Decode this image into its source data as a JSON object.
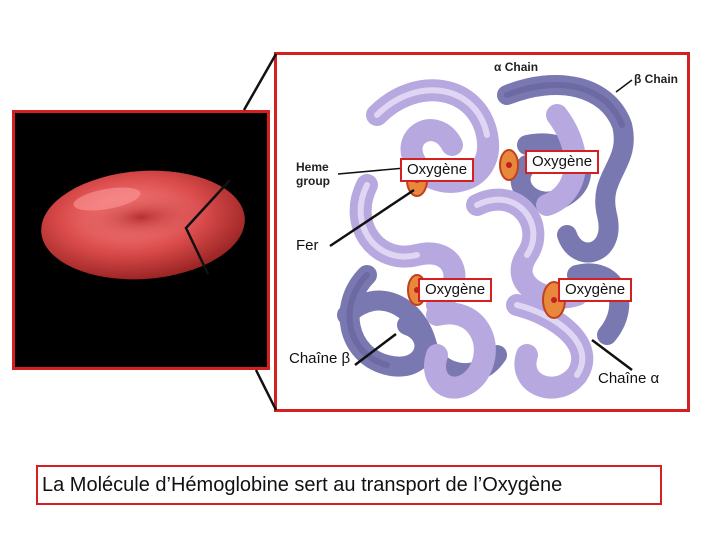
{
  "labels": {
    "oxygen_top_left": "Oxygène",
    "oxygen_top_right": "Oxygène",
    "oxygen_bottom_left": "Oxygène",
    "oxygen_bottom_right": "Oxygène",
    "iron": "Fer",
    "beta_chain_fr": "Chaîne β",
    "alpha_chain_fr": "Chaîne α",
    "heme_group_line1": "Heme",
    "heme_group_line2": "group",
    "alpha_chain_en": "α Chain",
    "beta_chain_en": "β Chain"
  },
  "caption": "La Molécule d’Hémoglobine sert au transport de l’Oxygène",
  "colors": {
    "frame_red": "#d42020",
    "cell_red": "#d94a4a",
    "alpha_violet": "#b8a8e0",
    "beta_blue": "#7a78b0",
    "heme_orange": "#e8883a"
  }
}
